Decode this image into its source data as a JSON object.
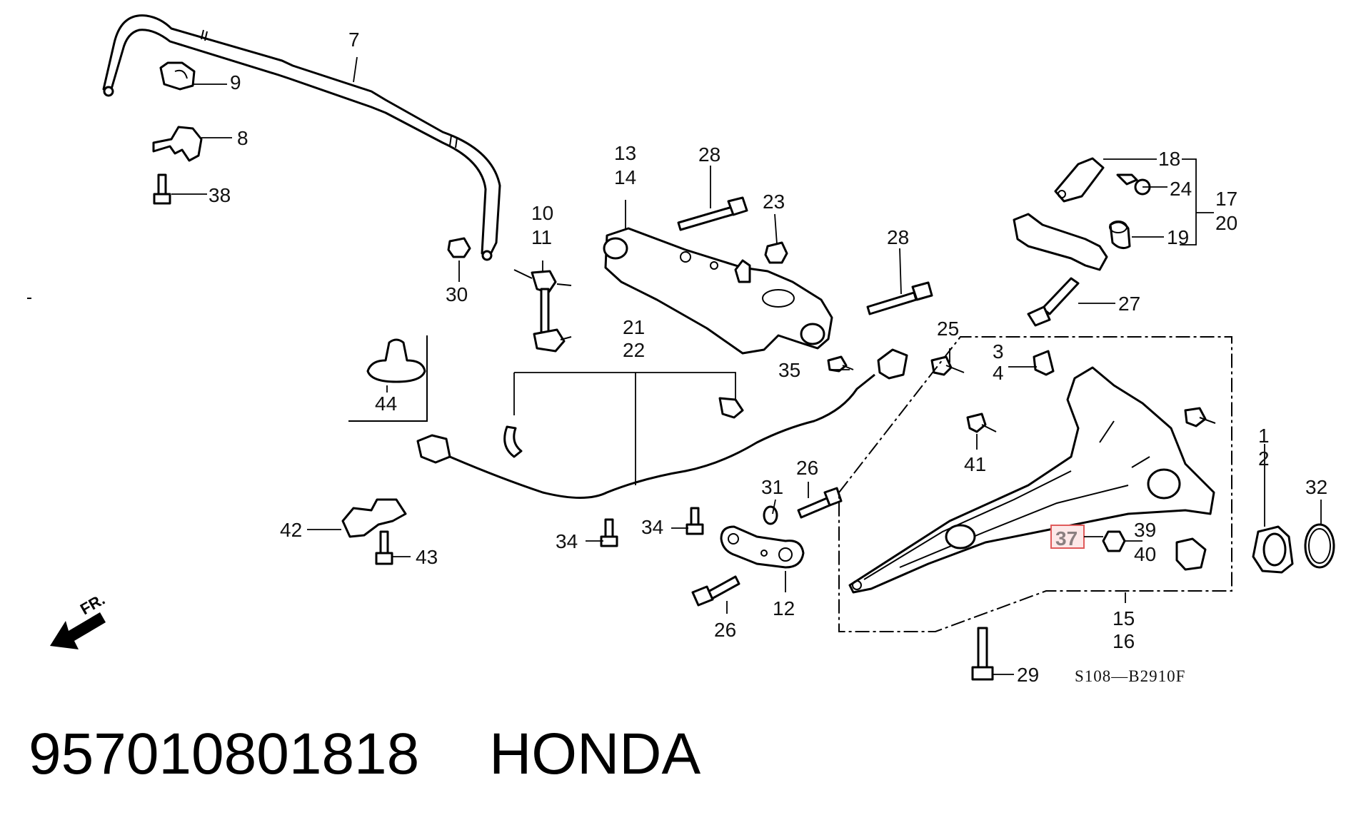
{
  "diagram": {
    "callouts": {
      "c1": "1",
      "c2": "2",
      "c3": "3",
      "c4": "4",
      "c7": "7",
      "c8": "8",
      "c9": "9",
      "c10": "10",
      "c11": "11",
      "c12": "12",
      "c13": "13",
      "c14": "14",
      "c15": "15",
      "c16": "16",
      "c17": "17",
      "c18": "18",
      "c19": "19",
      "c20": "20",
      "c21": "21",
      "c22": "22",
      "c23": "23",
      "c24": "24",
      "c25": "25",
      "c26a": "26",
      "c26b": "26",
      "c27": "27",
      "c28a": "28",
      "c28b": "28",
      "c29": "29",
      "c30": "30",
      "c31": "31",
      "c32": "32",
      "c34a": "34",
      "c34b": "34",
      "c35": "35",
      "c37": "37",
      "c38": "38",
      "c39": "39",
      "c40": "40",
      "c41": "41",
      "c42": "42",
      "c43": "43",
      "c44": "44"
    },
    "front_marker": "FR.",
    "drawing_code": "S108—B2910F",
    "highlighted_part": "37",
    "highlight_color": "#e05a5a"
  },
  "caption": {
    "part_number": "957010801818",
    "brand": "HONDA"
  }
}
